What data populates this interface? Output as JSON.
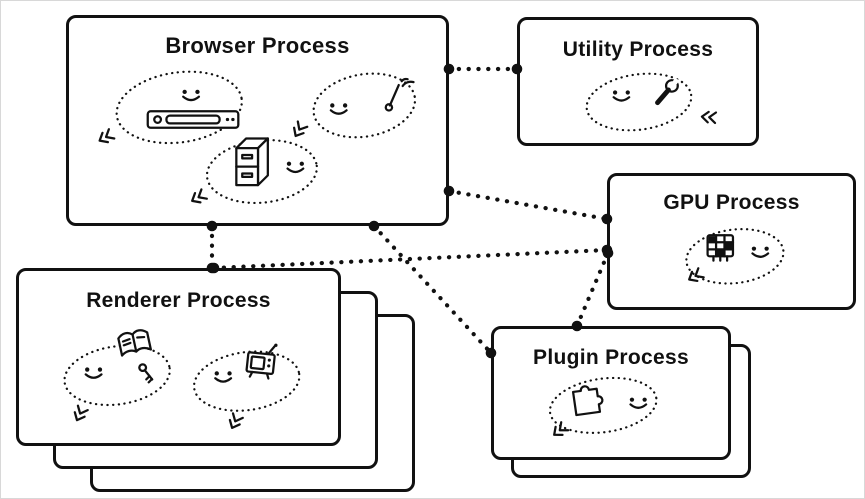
{
  "diagram": {
    "type": "architecture-diagram",
    "background": "#ffffff",
    "line_color": "#111111",
    "processes": [
      {
        "id": "browser-process",
        "title": "Browser Process",
        "stack_count": 1,
        "icons": [
          "browser-toolbar-icon",
          "file-cabinet-icon",
          "network-signal-icon",
          "smiley-face",
          "smiley-face",
          "smiley-face",
          "chevron-marks"
        ]
      },
      {
        "id": "utility-process",
        "title": "Utility Process",
        "stack_count": 1,
        "icons": [
          "wrench-icon",
          "smiley-face",
          "chevron-marks"
        ]
      },
      {
        "id": "gpu-process",
        "title": "GPU Process",
        "stack_count": 1,
        "icons": [
          "gpu-chip-icon",
          "smiley-face",
          "chevron-marks"
        ]
      },
      {
        "id": "renderer-process",
        "title": "Renderer Process",
        "stack_count": 3,
        "icons": [
          "document-book-icon",
          "key-icon",
          "media-player-icon",
          "smiley-face",
          "smiley-face",
          "chevron-marks"
        ]
      },
      {
        "id": "plugin-process",
        "title": "Plugin Process",
        "stack_count": 2,
        "icons": [
          "puzzle-piece-icon",
          "smiley-face",
          "chevron-marks"
        ]
      }
    ],
    "connections": [
      {
        "from": "browser-process",
        "to": "utility-process",
        "points": [
          [
            448,
            68
          ],
          [
            516,
            68
          ]
        ]
      },
      {
        "from": "browser-process",
        "to": "gpu-process",
        "points": [
          [
            448,
            190
          ],
          [
            606,
            218
          ]
        ]
      },
      {
        "from": "browser-process",
        "to": "renderer-process",
        "points": [
          [
            211,
            225
          ],
          [
            211,
            267
          ]
        ]
      },
      {
        "from": "browser-process",
        "to": "plugin-process",
        "points": [
          [
            373,
            225
          ],
          [
            490,
            352
          ]
        ]
      },
      {
        "from": "renderer-process",
        "to": "gpu-process",
        "points": [
          [
            213,
            267
          ],
          [
            606,
            249
          ]
        ]
      },
      {
        "from": "plugin-process",
        "to": "gpu-process",
        "points": [
          [
            576,
            325
          ],
          [
            607,
            252
          ]
        ]
      }
    ]
  }
}
